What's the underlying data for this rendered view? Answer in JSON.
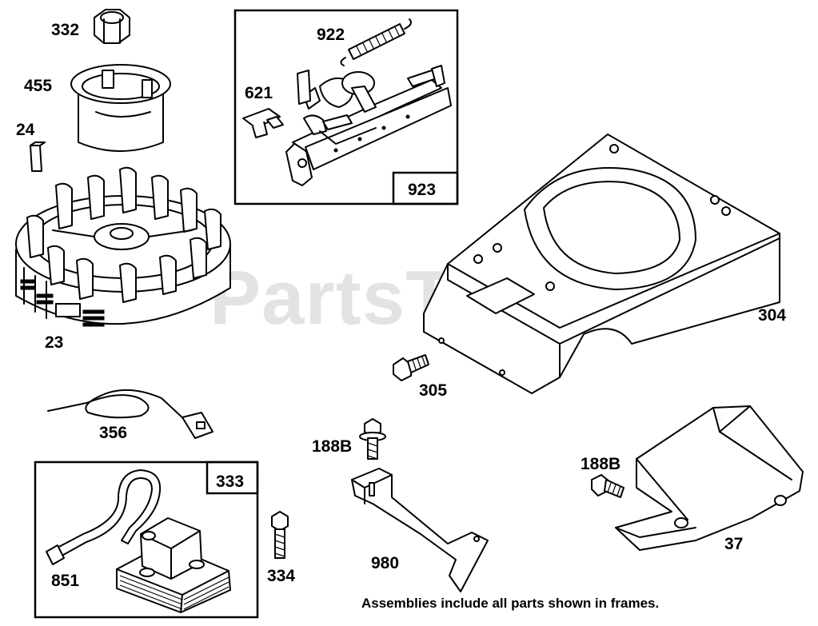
{
  "watermark": {
    "text": "PartsTree",
    "trademark": "TM"
  },
  "footnote": "Assemblies include all parts shown in frames.",
  "callouts": {
    "p332": "332",
    "p455": "455",
    "p24": "24",
    "p23": "23",
    "p922": "922",
    "p621": "621",
    "p923": "923",
    "p304": "304",
    "p305": "305",
    "p356": "356",
    "p188b_a": "188B",
    "p188b_b": "188B",
    "p333": "333",
    "p851": "851",
    "p334": "334",
    "p980": "980",
    "p37": "37"
  }
}
